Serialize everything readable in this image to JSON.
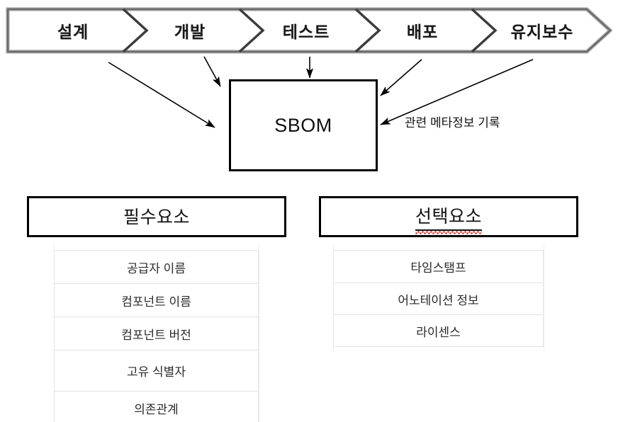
{
  "process": {
    "name": "software-lifecycle-process-bar",
    "stages": [
      {
        "label": "설계"
      },
      {
        "label": "개발"
      },
      {
        "label": "테스트"
      },
      {
        "label": "배포"
      },
      {
        "label": "유지보수"
      }
    ]
  },
  "central_node": {
    "label": "SBOM"
  },
  "annotation": {
    "label": "관련 메타정보 기록"
  },
  "panels": [
    {
      "title": "필수요소",
      "spellcheck_flag": false,
      "items": [
        "공급자 이름",
        "컴포넌트 이름",
        "컴포넌트 버전",
        "고유 식별자",
        "의존관계"
      ]
    },
    {
      "title": "선택요소",
      "spellcheck_flag": true,
      "items": [
        "타임스탬프",
        "어노테이션 정보",
        "라이센스"
      ]
    }
  ],
  "colors": {
    "bar_border": "#808080",
    "chevron_line": "#3c3c3c",
    "box_border": "#000000",
    "table_border": "#e4e4e4",
    "spellcheck": "#e03a3a",
    "text": "#111111"
  }
}
